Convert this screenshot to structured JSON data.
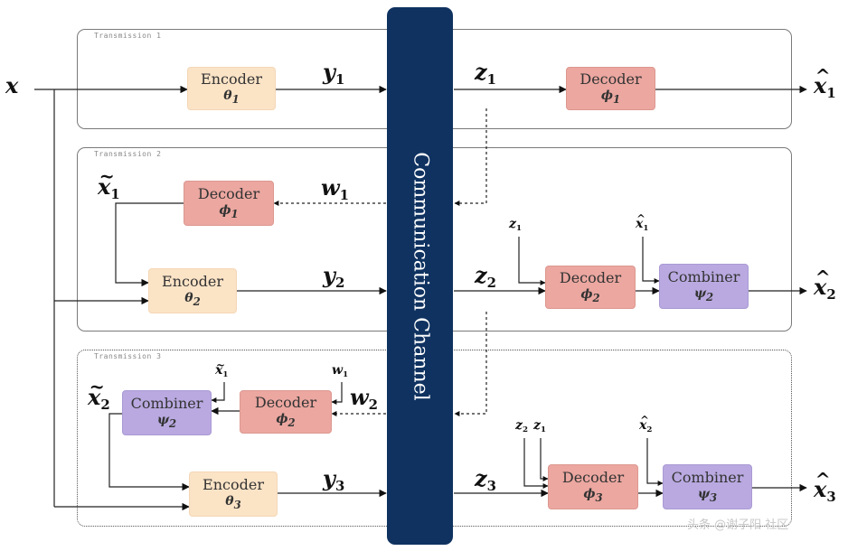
{
  "region_labels": [
    "Transmission 1",
    "Transmission 2",
    "Transmission 3"
  ],
  "channel_label": "Communication Channel",
  "boxes": {
    "enc1": {
      "name": "Encoder",
      "param": "θ",
      "sub": "1"
    },
    "dec1": {
      "name": "Decoder",
      "param": "ϕ",
      "sub": "1"
    },
    "dec1b": {
      "name": "Decoder",
      "param": "ϕ",
      "sub": "1"
    },
    "enc2": {
      "name": "Encoder",
      "param": "θ",
      "sub": "2"
    },
    "dec2": {
      "name": "Decoder",
      "param": "ϕ",
      "sub": "2"
    },
    "comb2": {
      "name": "Combiner",
      "param": "ψ",
      "sub": "2"
    },
    "comb2b": {
      "name": "Combiner",
      "param": "ψ",
      "sub": "2"
    },
    "dec2b": {
      "name": "Decoder",
      "param": "ϕ",
      "sub": "2"
    },
    "enc3": {
      "name": "Encoder",
      "param": "θ",
      "sub": "3"
    },
    "dec3": {
      "name": "Decoder",
      "param": "ϕ",
      "sub": "3"
    },
    "comb3": {
      "name": "Combiner",
      "param": "ψ",
      "sub": "3"
    }
  },
  "symbols": {
    "x": "x",
    "y": "y",
    "z": "z",
    "w": "w",
    "s1": "1",
    "s2": "2",
    "s3": "3"
  },
  "watermark": "头条 @谢子阳 社区"
}
